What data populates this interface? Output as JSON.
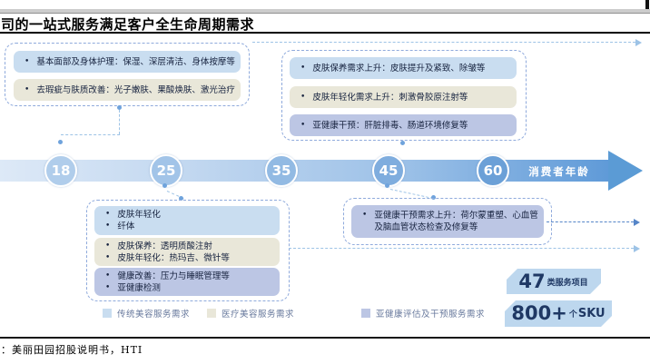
{
  "header": {
    "title": "司的一站式服务满足客户全生命周期需求"
  },
  "timeline": {
    "ages": [
      "18",
      "25",
      "35",
      "45",
      "60"
    ],
    "axis_label": "消费者年龄"
  },
  "groups": {
    "top_left": {
      "boxes": [
        {
          "category": "traditional",
          "lines": [
            "基本面部及身体护理：保湿、深层清洁、身体按摩等"
          ]
        },
        {
          "category": "medical",
          "lines": [
            "去瑕疵与肤质改善：光子嫩肤、果酸焕肤、激光治疗"
          ]
        }
      ]
    },
    "top_right": {
      "boxes": [
        {
          "category": "traditional",
          "lines": [
            "皮肤保养需求上升：皮肤提升及紧致、除皱等"
          ]
        },
        {
          "category": "medical",
          "lines": [
            "皮肤年轻化需求上升：刺激骨胶原注射等"
          ]
        },
        {
          "category": "subhealth",
          "lines": [
            "亚健康干预：肝脏排毒、肠道环境修复等"
          ]
        }
      ]
    },
    "bottom_left": {
      "boxes": [
        {
          "category": "traditional",
          "lines": [
            "皮肤年轻化",
            "纤体"
          ]
        },
        {
          "category": "medical",
          "lines": [
            "皮肤保养：透明质酸注射",
            "皮肤年轻化：热玛吉、微针等"
          ]
        },
        {
          "category": "subhealth",
          "lines": [
            "健康改善：压力与睡眠管理等",
            "亚健康检测"
          ]
        }
      ]
    },
    "bottom_right": {
      "boxes": [
        {
          "category": "subhealth",
          "lines": [
            "亚健康干预需求上升：荷尔蒙重塑、心血管及脑血管状态检查及修复等"
          ]
        }
      ]
    }
  },
  "stats": [
    {
      "value": "47",
      "suffix": "类服务项目",
      "suffix2": ""
    },
    {
      "value": "800+",
      "suffix": "个",
      "suffix2": "SKU"
    }
  ],
  "legend": [
    {
      "label": "传统美容服务需求",
      "color": "#c9ddf0"
    },
    {
      "label": "医疗美容服务需求",
      "color": "#e9e7d9"
    },
    {
      "label": "亚健康评估及干预服务需求",
      "color": "#bcc6e4"
    }
  ],
  "footer": {
    "source": "：美丽田园招股说明书，HTI"
  },
  "colors": {
    "traditional": "#c9ddf0",
    "medical": "#e9e7d9",
    "subhealth": "#bcc6e4",
    "timeline_dark": "#5b9bd5",
    "badge_bg": "#bdd7ee",
    "stat_text": "#1f3864",
    "dashed": "#8faadc"
  }
}
